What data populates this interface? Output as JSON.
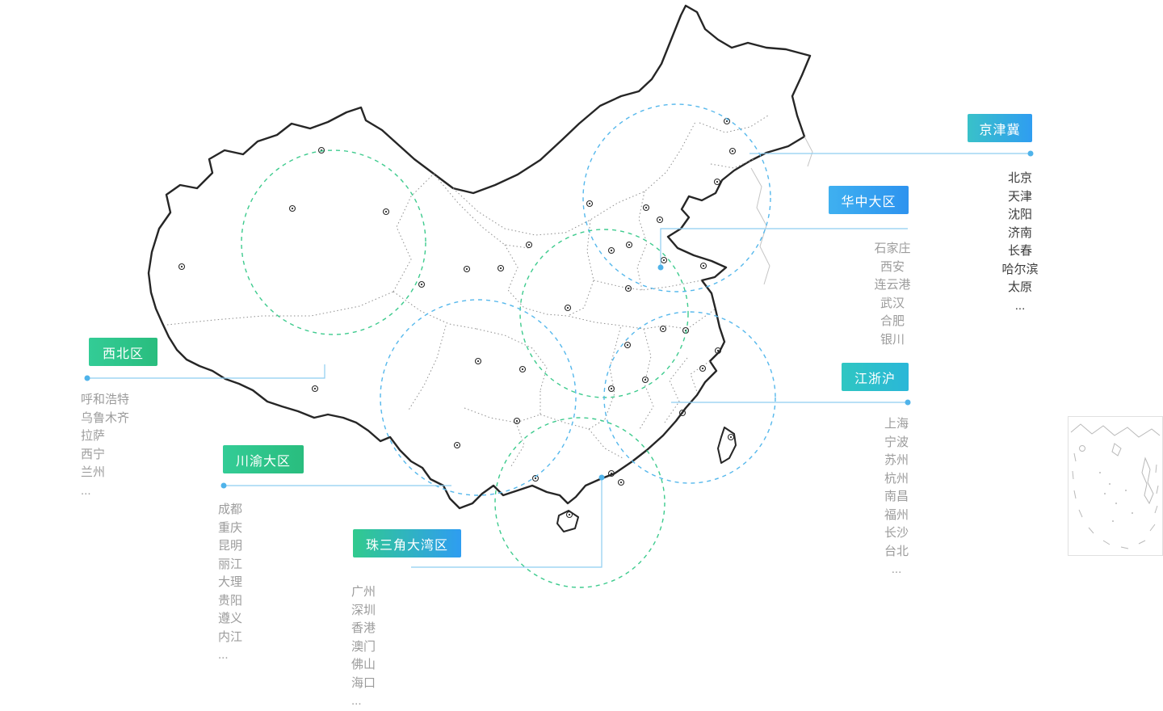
{
  "colors": {
    "badge_blue": "#2f9df1",
    "badge_green": "#2fc98a",
    "badge_cyan": "#2bbfd4",
    "badge_gradient_mixed": "#31ca8e → #2f9df1",
    "circle_dashed_blue": "#56b8ec",
    "circle_dashed_green": "#3ecb8e",
    "connector_line": "#8ecdf1",
    "connector_dot": "#4fb3ea",
    "map_outline": "#262626",
    "province_border": "#8f8f8f",
    "city_text_muted": "#9c9c9c",
    "city_text_dark": "#3c3c3c"
  },
  "regions": [
    {
      "id": "jingjinji",
      "label": "京津冀",
      "cities": [
        "北京",
        "天津",
        "沈阳",
        "济南",
        "长春",
        "哈尔滨",
        "太原",
        "..."
      ]
    },
    {
      "id": "huazhong",
      "label": "华中大区",
      "cities": [
        "石家庄",
        "西安",
        "连云港",
        "武汉",
        "合肥",
        "银川"
      ]
    },
    {
      "id": "xibei",
      "label": "西北区",
      "cities": [
        "呼和浩特",
        "乌鲁木齐",
        "拉萨",
        "西宁",
        "兰州",
        "..."
      ]
    },
    {
      "id": "jiangzhehu",
      "label": "江浙沪",
      "cities": [
        "上海",
        "宁波",
        "苏州",
        "杭州",
        "南昌",
        "福州",
        "长沙",
        "台北",
        "..."
      ]
    },
    {
      "id": "chuanyu",
      "label": "川渝大区",
      "cities": [
        "成都",
        "重庆",
        "昆明",
        "丽江",
        "大理",
        "贵阳",
        "遵义",
        "内江",
        "..."
      ]
    },
    {
      "id": "zhusanjiao",
      "label": "珠三角大湾区",
      "cities": [
        "广州",
        "深圳",
        "香港",
        "澳门",
        "佛山",
        "海口",
        "..."
      ]
    }
  ]
}
